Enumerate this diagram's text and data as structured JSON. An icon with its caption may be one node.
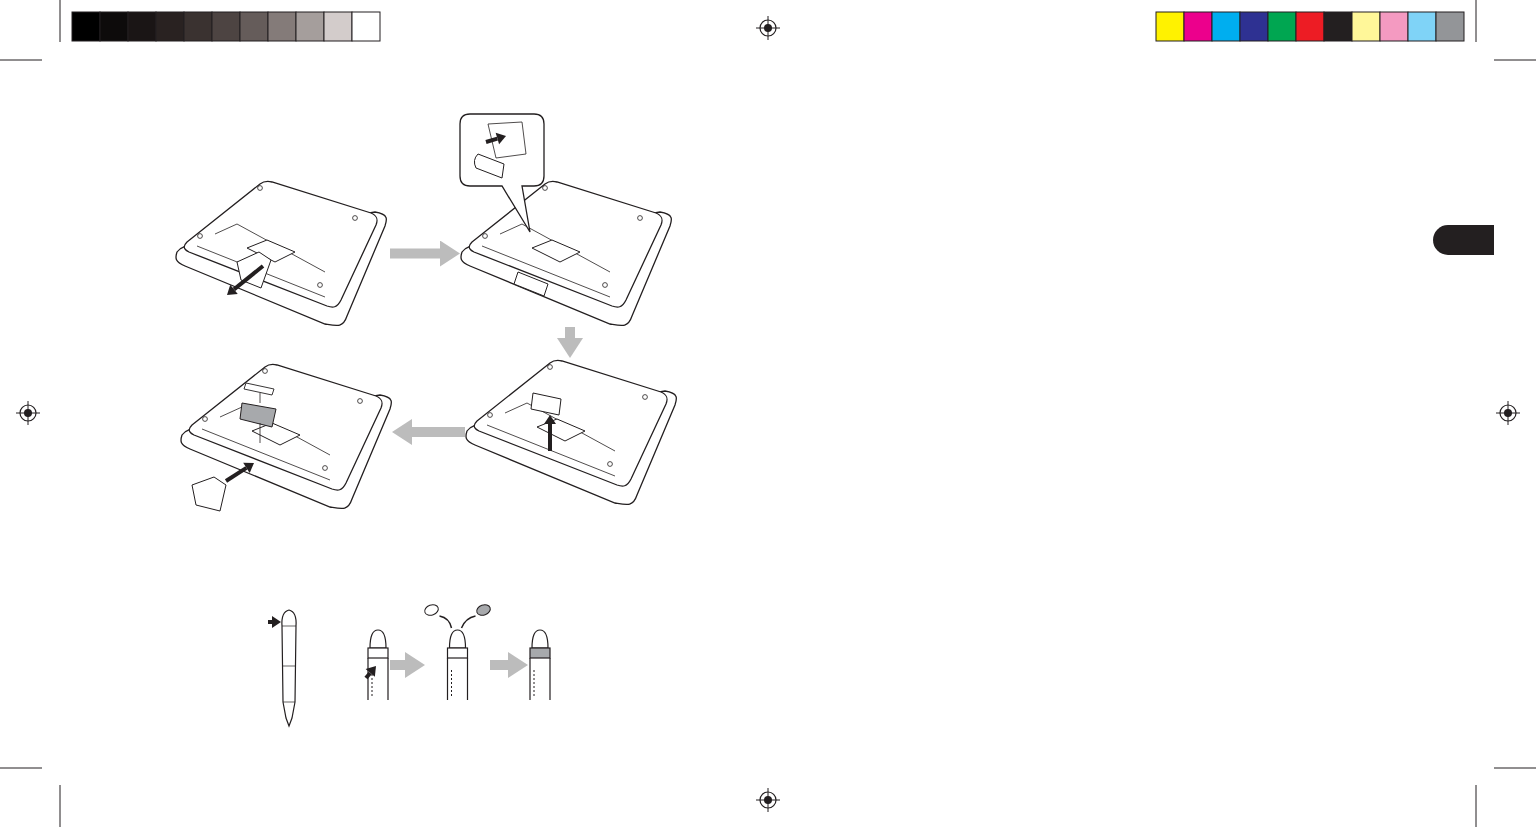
{
  "diagram": {
    "nodes": [
      {
        "text": [],
        "shape": "picture"
      },
      {
        "text": [],
        "shape": "picture"
      },
      {
        "text": [],
        "shape": "picture"
      },
      {
        "text": [],
        "shape": "picture"
      },
      {
        "text": [],
        "shape": "picture"
      },
      {
        "text": [],
        "shape": "picture"
      },
      {
        "text": [],
        "shape": "picture"
      },
      {
        "text": [],
        "shape": "picture"
      }
    ],
    "edges": [
      {
        "from": 0,
        "to": 1,
        "arrow": "to"
      },
      {
        "from": 1,
        "to": 3,
        "arrow": "to"
      },
      {
        "from": 3,
        "to": 2,
        "arrow": "to"
      },
      {
        "from": 5,
        "to": 6,
        "arrow": "to"
      },
      {
        "from": 6,
        "to": 7,
        "arrow": "to"
      }
    ]
  }
}
